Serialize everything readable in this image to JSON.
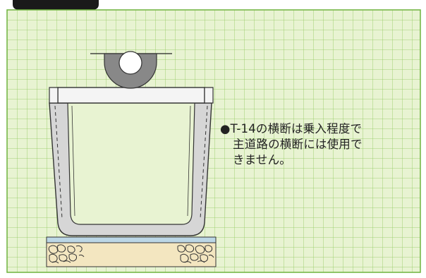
{
  "colors": {
    "grid_background": "#e8f3d2",
    "grid_line": "#8ec85a",
    "grid_border": "#6fb33e",
    "header_tab": "#1a1a1a",
    "channel_fill": "#d6d6d6",
    "channel_stroke": "#333333",
    "top_cover": "#f4f4f4",
    "wheel": "#888888",
    "base_plate": "#bcd7e6",
    "foundation": "#f3e6c0"
  },
  "icons": {
    "wheel": "wheel-icon"
  },
  "note": {
    "bullet": "●",
    "line1": "T-14の横断は乗入程度で",
    "line2": "主道路の横断には使用で",
    "line3": "きません。"
  }
}
